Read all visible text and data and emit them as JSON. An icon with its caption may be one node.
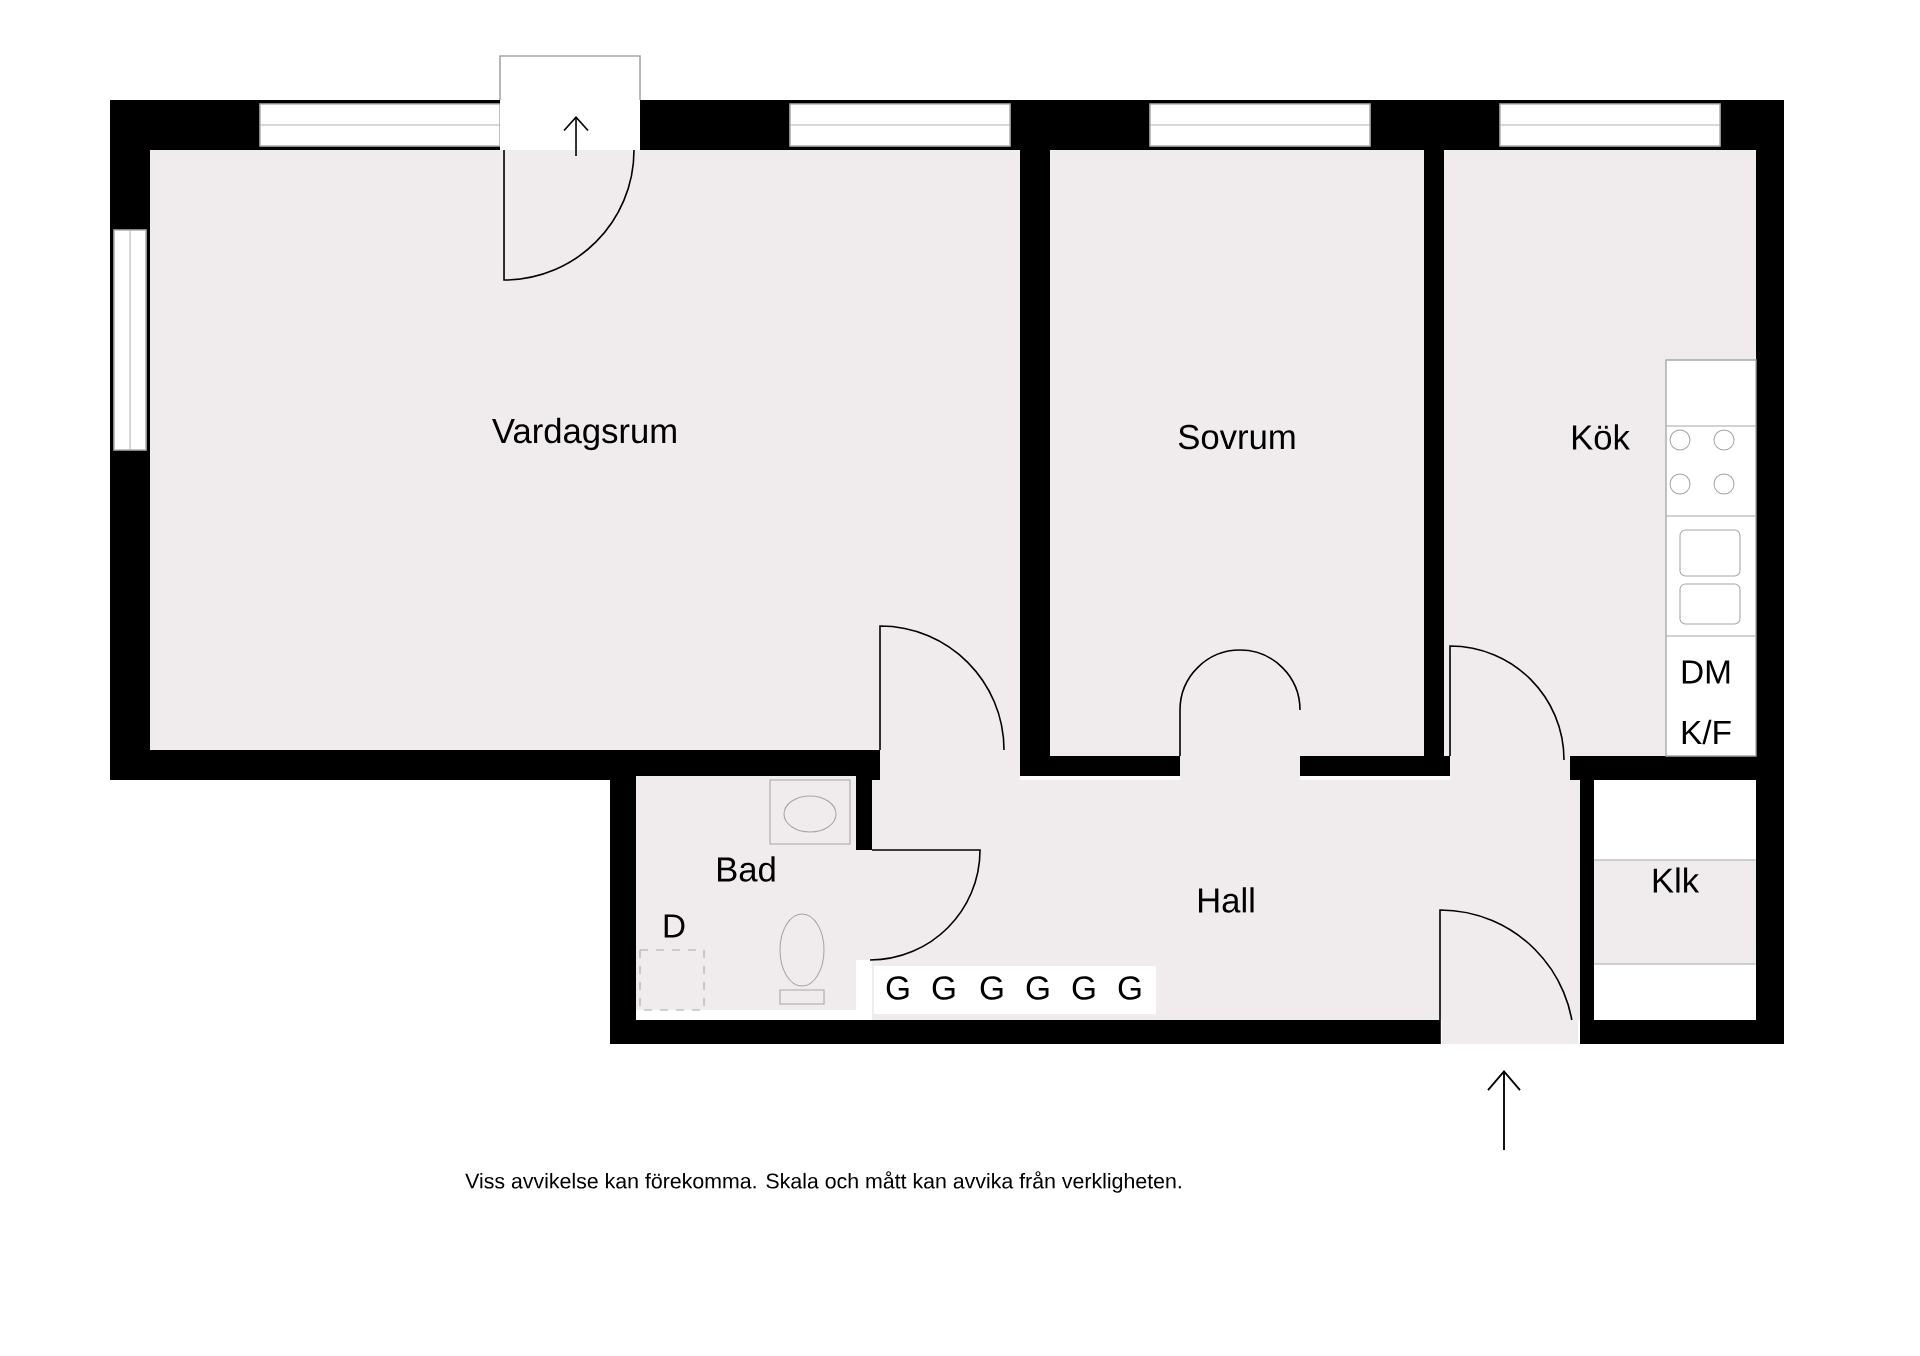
{
  "diagram": {
    "caption": "Viss avvikelse kan förekomma. Skala och mått kan avvika från verkligheten.",
    "nodes": [
      {
        "text": [
          "Vardagsrum"
        ]
      },
      {
        "text": [
          "Sovrum"
        ]
      },
      {
        "text": [
          "Kök"
        ]
      },
      {
        "text": [
          "Bad"
        ]
      },
      {
        "text": [
          "Hall"
        ]
      },
      {
        "text": [
          "Klk"
        ]
      }
    ],
    "labels": [
      "DM",
      "K/F",
      "D",
      "G",
      "G",
      "G",
      "G",
      "G",
      "G"
    ]
  }
}
